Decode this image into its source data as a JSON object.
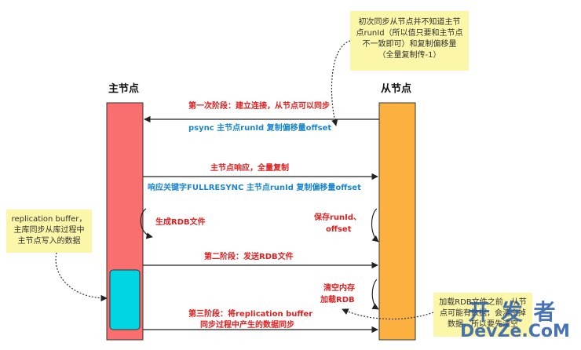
{
  "nodes": {
    "master": "主节点",
    "slave": "从节点"
  },
  "colors": {
    "master_bar": "#f96f6f",
    "slave_bar": "#fbb040",
    "buffer": "#00d5e3",
    "note_bg": "#fbf6a8",
    "red_text": "#e02020",
    "blue_text": "#1a86d0"
  },
  "messages": {
    "phase1": "第一次阶段：建立连接，从节点可以同步",
    "psync": "psync  主节点runId   复制偏移量offset",
    "master_reply": "主节点响应，全量复制",
    "fullresync": "响应关键字FULLRESYNC  主节点runId  复制偏移量offset",
    "gen_rdb": "生成RDB文件",
    "save_runid_1": "保存runId、",
    "save_runid_2": "offset",
    "phase2": "第二阶段：发送RDB文件",
    "clear_mem_1": "清空内存",
    "clear_mem_2": "加载RDB",
    "phase3_1": "第三阶段：将replication buffer",
    "phase3_2": "同步过程中产生的数据同步"
  },
  "notes": {
    "top_right": "初次同步从节点并不知道主节点runId（所以值只要和主节点不一致即可）和复制偏移量（全量复制传-1）",
    "left": "replication buffer，主库同步从库过程中主节点写入的数据",
    "bottom_right": "加载RDB文件之前，从节点可能有数据，会清空掉数据，所以要先清空"
  },
  "watermark": {
    "line1": "开 发 者",
    "line2": "DevZe.CoM"
  }
}
